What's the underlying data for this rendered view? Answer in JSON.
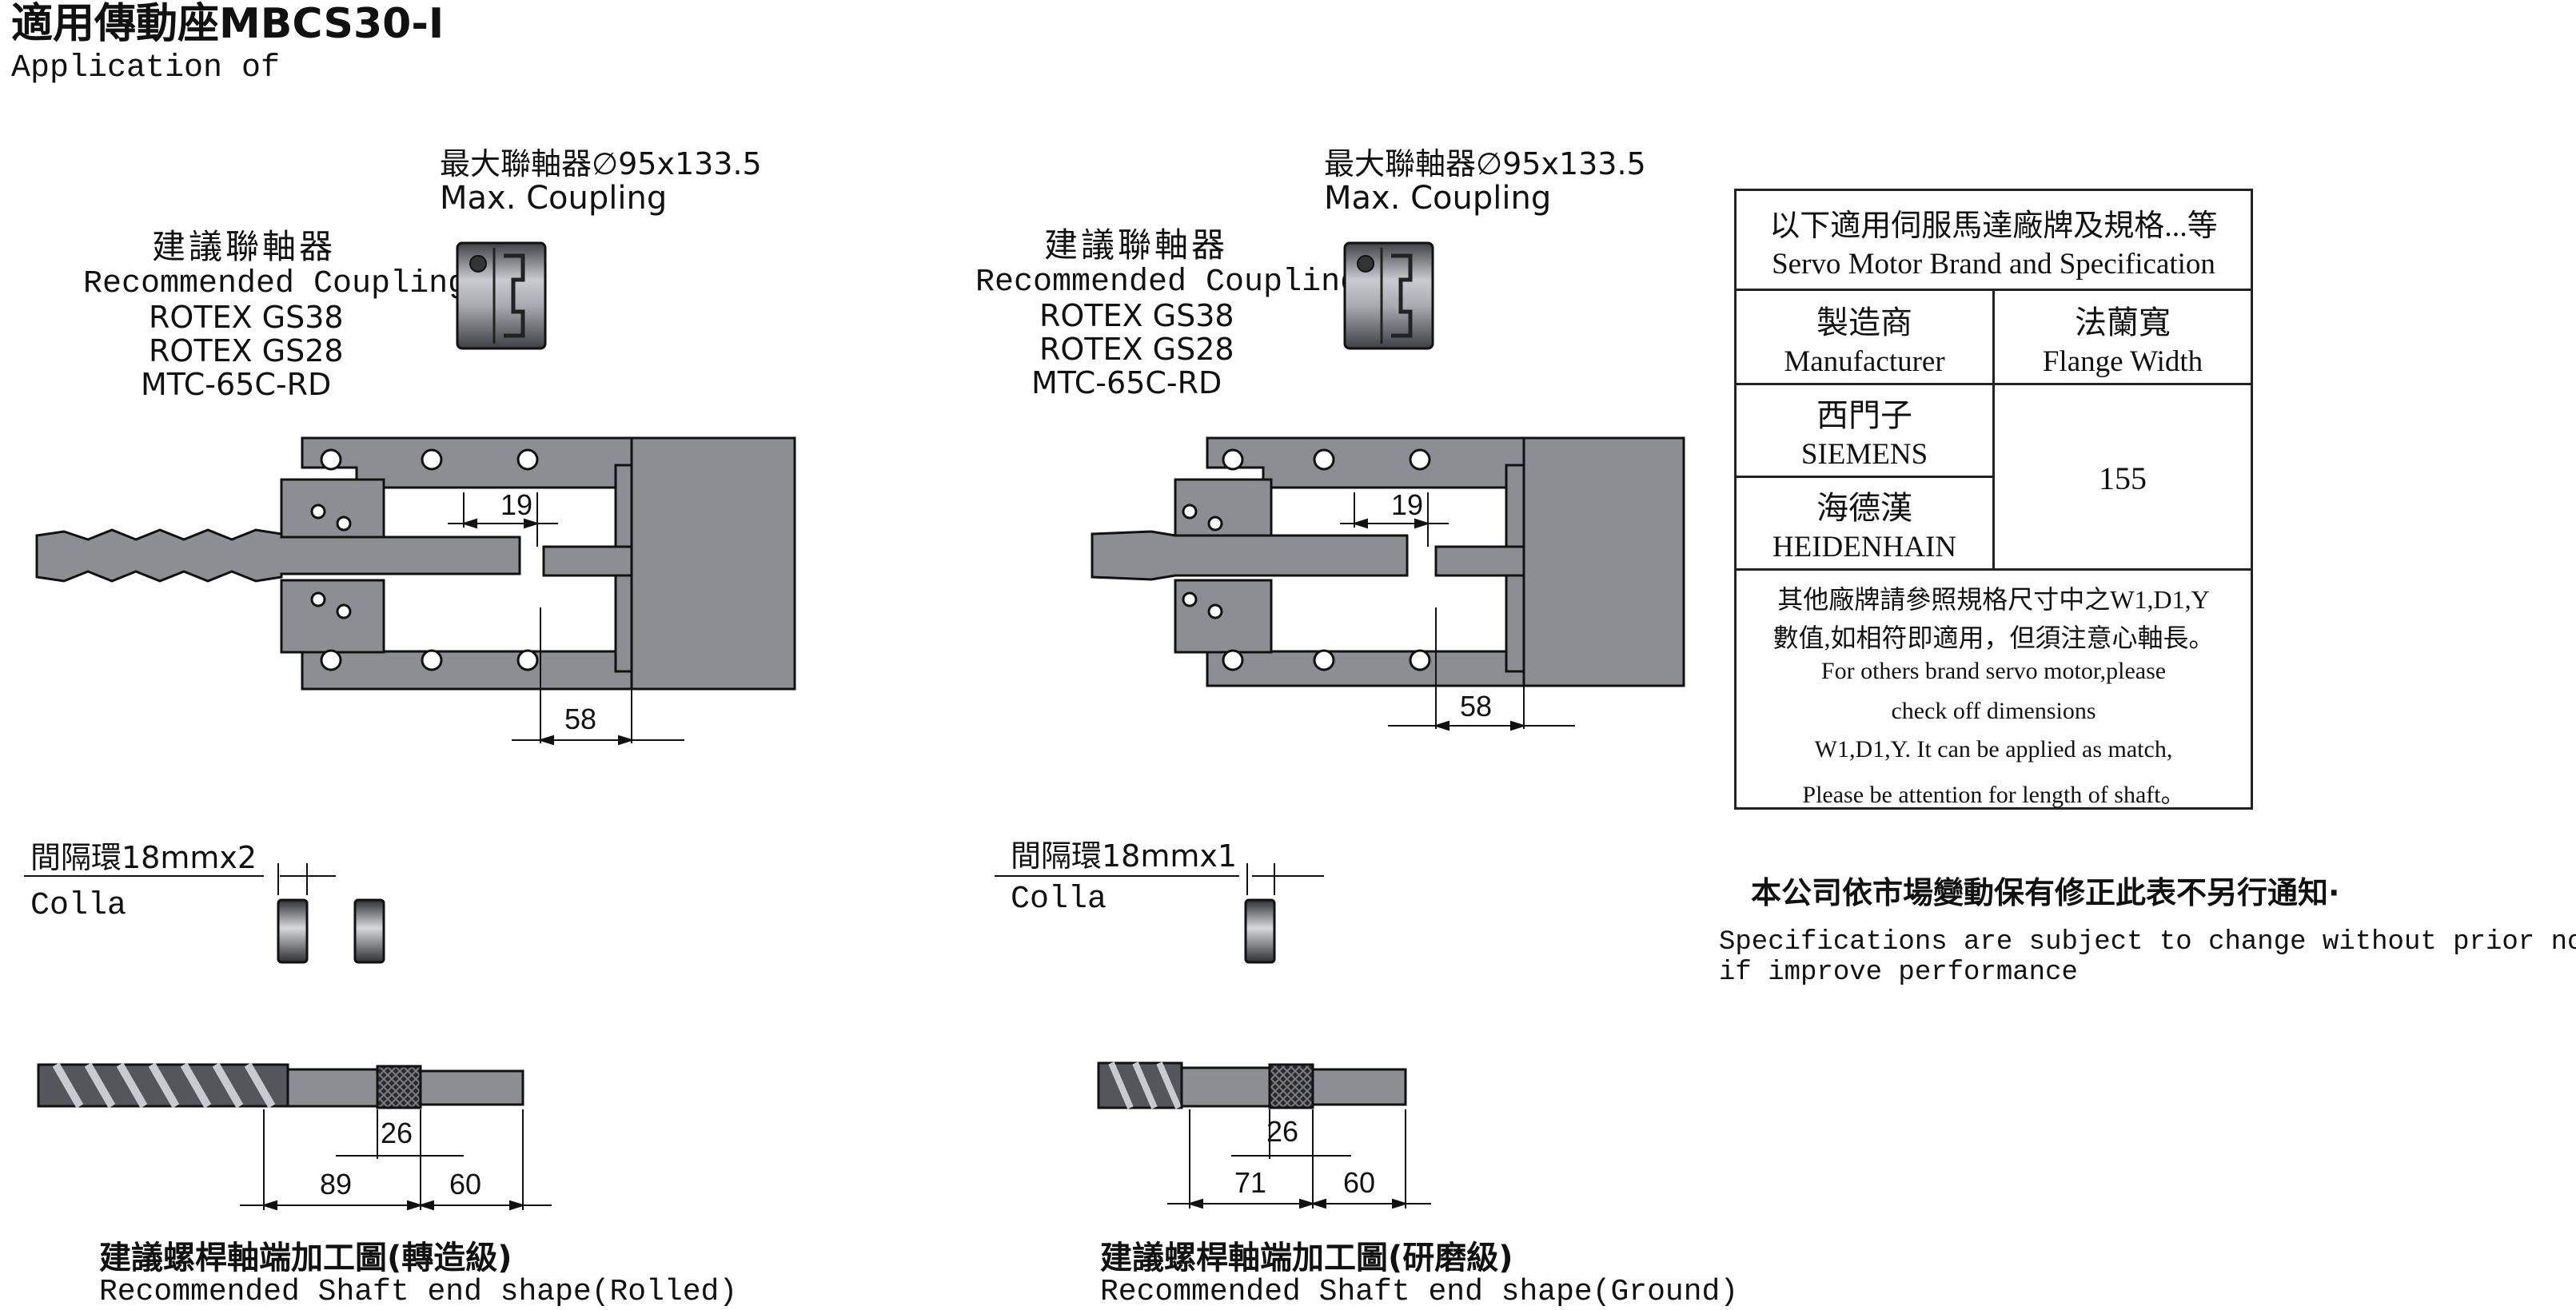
{
  "header": {
    "title": "適用傳動座MBCS30-I",
    "subtitle": "Application of"
  },
  "left_assembly": {
    "max_coupling_zh": "最大聯軸器∅95x133.5",
    "max_coupling_en": "Max. Coupling",
    "recommended_zh": "建議聯軸器",
    "recommended_en": "Recommended Coupling",
    "couplings": [
      "ROTEX GS38",
      "ROTEX GS28",
      "MTC-65C-RD"
    ],
    "dim_a": "19",
    "dim_b": "58"
  },
  "right_assembly": {
    "max_coupling_zh": "最大聯軸器∅95x133.5",
    "max_coupling_en": "Max. Coupling",
    "recommended_zh": "建議聯軸器",
    "recommended_en": "Recommended Coupling",
    "couplings": [
      "ROTEX GS38",
      "ROTEX GS28",
      "MTC-65C-RD"
    ],
    "dim_a": "19",
    "dim_b": "58"
  },
  "left_collar": {
    "label_zh": "間隔環18mmx2",
    "label_en": "Colla"
  },
  "right_collar": {
    "label_zh": "間隔環18mmx1",
    "label_en": "Colla"
  },
  "left_shaft": {
    "dim_top": "26",
    "dim_left": "89",
    "dim_right": "60",
    "caption_zh": "建議螺桿軸端加工圖(轉造級)",
    "caption_en": "Recommended Shaft end shape(Rolled)"
  },
  "right_shaft": {
    "dim_top": "26",
    "dim_left": "71",
    "dim_right": "60",
    "caption_zh": "建議螺桿軸端加工圖(研磨級)",
    "caption_en": "Recommended Shaft end shape(Ground)"
  },
  "spec_table": {
    "title_zh": "以下適用伺服馬達廠牌及規格...等",
    "title_en": "Servo Motor Brand and Specification",
    "col1_zh": "製造商",
    "col1_en": "Manufacturer",
    "col2_zh": "法蘭寬",
    "col2_en": "Flange Width",
    "rows": [
      {
        "zh": "西門子",
        "en": "SIEMENS"
      },
      {
        "zh": "海德漢",
        "en": "HEIDENHAIN"
      }
    ],
    "flange_value": "155",
    "note_zh_1": "其他廠牌請參照規格尺寸中之W1,D1,Y",
    "note_zh_2": "數值,如相符即適用，但須注意心軸長。",
    "note_en_1": "For others brand servo motor,please",
    "note_en_2": "check off dimensions",
    "note_en_3": "W1,D1,Y. It can be applied as match,",
    "note_en_4": "Please be attention for length of shaft。"
  },
  "notice": {
    "zh": "本公司依市場變動保有修正此表不另行通知·",
    "en_1": "Specifications are subject to change without prior notice",
    "en_2": " if improve performance"
  },
  "colors": {
    "part_fill": "#8c8e93",
    "part_dark": "#4a4b50",
    "line": "#111111"
  }
}
